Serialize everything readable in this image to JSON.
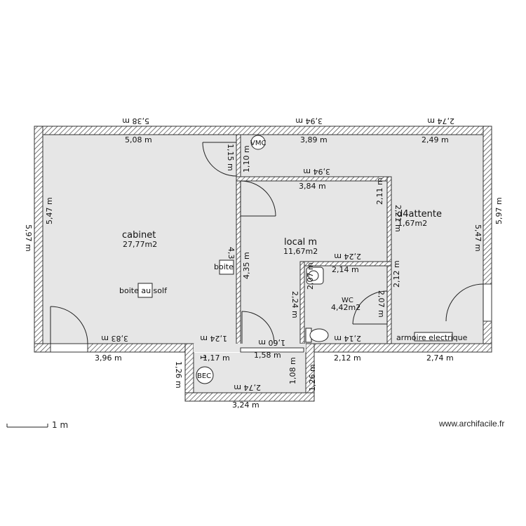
{
  "rooms": {
    "cabinet": {
      "name": "cabinet",
      "area": "27,77m2"
    },
    "local": {
      "name": "local m",
      "area": "11,67m2"
    },
    "attente": {
      "name": "d4attente",
      "area": "1,67m2"
    },
    "wc": {
      "name": "WC",
      "area": "4,42m2"
    }
  },
  "fixtures": {
    "vmc": "VMC",
    "bec": "BEC",
    "boite": "boite",
    "boite_sol": "boite au solf",
    "armoire": "armoire electrique"
  },
  "dimensions": {
    "top_outer_1": "5,38 m",
    "top_outer_2": "3,94 m",
    "top_outer_3": "2,74 m",
    "top_inner_1": "5,08 m",
    "top_inner_2": "3,89 m",
    "top_inner_3": "2,49 m",
    "local_outer": "3,94 m",
    "local_inner": "3,84 m",
    "left_outer": "5,97 m",
    "left_inner": "5,47 m",
    "right_inner": "5,47 m",
    "right_outer": "5,97 m",
    "vmc_1": "1,15 m",
    "vmc_2": "1,10 m",
    "mid_1": "4,3",
    "mid_2": "4,35 m",
    "mid_3": "2,24 m",
    "att_1": "2,11 m",
    "att_2": "2,21 m",
    "wc_top_1": "2,24 m",
    "wc_top_2": "2,14 m",
    "wc_l": "2,07 m",
    "wc_r1": "2,07 m",
    "wc_r2": "2,12 m",
    "bot_in_1": "3,83 m",
    "bot_in_2": "1,24 m",
    "bot_in_3": "1,60 m",
    "bot_in_4": "2,14 m",
    "bot_out_1": "3,96 m",
    "bot_out_2": "1,17 m",
    "bot_out_3": "1,58 m",
    "bot_out_4": "2,12 m",
    "bot_out_5": "2,74 m",
    "ext_l1": "1,26 m",
    "ext_l2": "1",
    "ext_r1": "1,08 m",
    "ext_r2": "1,26 m",
    "ext_inner": "2,74 m",
    "ext_outer": "3,24 m"
  },
  "scale": {
    "label": "1 m"
  },
  "watermark": "www.archifacile.fr"
}
